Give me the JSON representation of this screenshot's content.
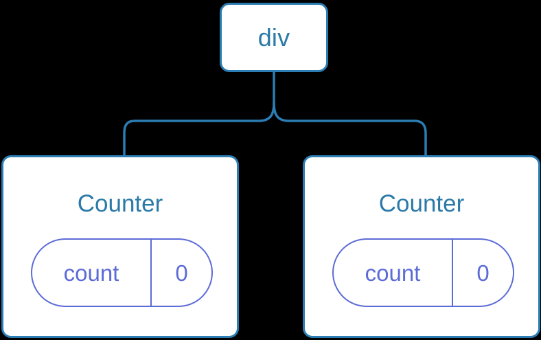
{
  "diagram": {
    "background_color": "#000000",
    "node_stroke_color": "#2b7db3",
    "node_fill_color": "#ffffff",
    "node_text_color": "#2b7aa8",
    "pill_stroke_color": "#5c6bd6",
    "pill_text_color": "#5c6bd6",
    "edge_color": "#2b7db3",
    "root": {
      "label": "div"
    },
    "children": [
      {
        "title": "Counter",
        "state": {
          "key": "count",
          "value": "0"
        }
      },
      {
        "title": "Counter",
        "state": {
          "key": "count",
          "value": "0"
        }
      }
    ]
  }
}
